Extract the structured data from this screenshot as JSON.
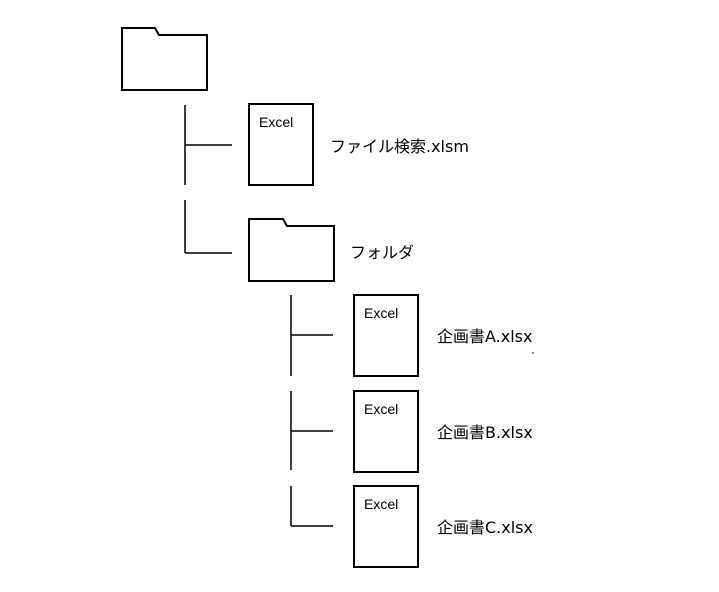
{
  "root_folder": {
    "icon": "folder-icon"
  },
  "tree": [
    {
      "type": "file",
      "icon_label": "Excel",
      "name": "ファイル検索.xlsm"
    },
    {
      "type": "folder",
      "name": "フォルダ",
      "children": [
        {
          "type": "file",
          "icon_label": "Excel",
          "name": "企画書A.xlsx"
        },
        {
          "type": "file",
          "icon_label": "Excel",
          "name": "企画書B.xlsx"
        },
        {
          "type": "file",
          "icon_label": "Excel",
          "name": "企画書C.xlsx"
        }
      ]
    }
  ]
}
